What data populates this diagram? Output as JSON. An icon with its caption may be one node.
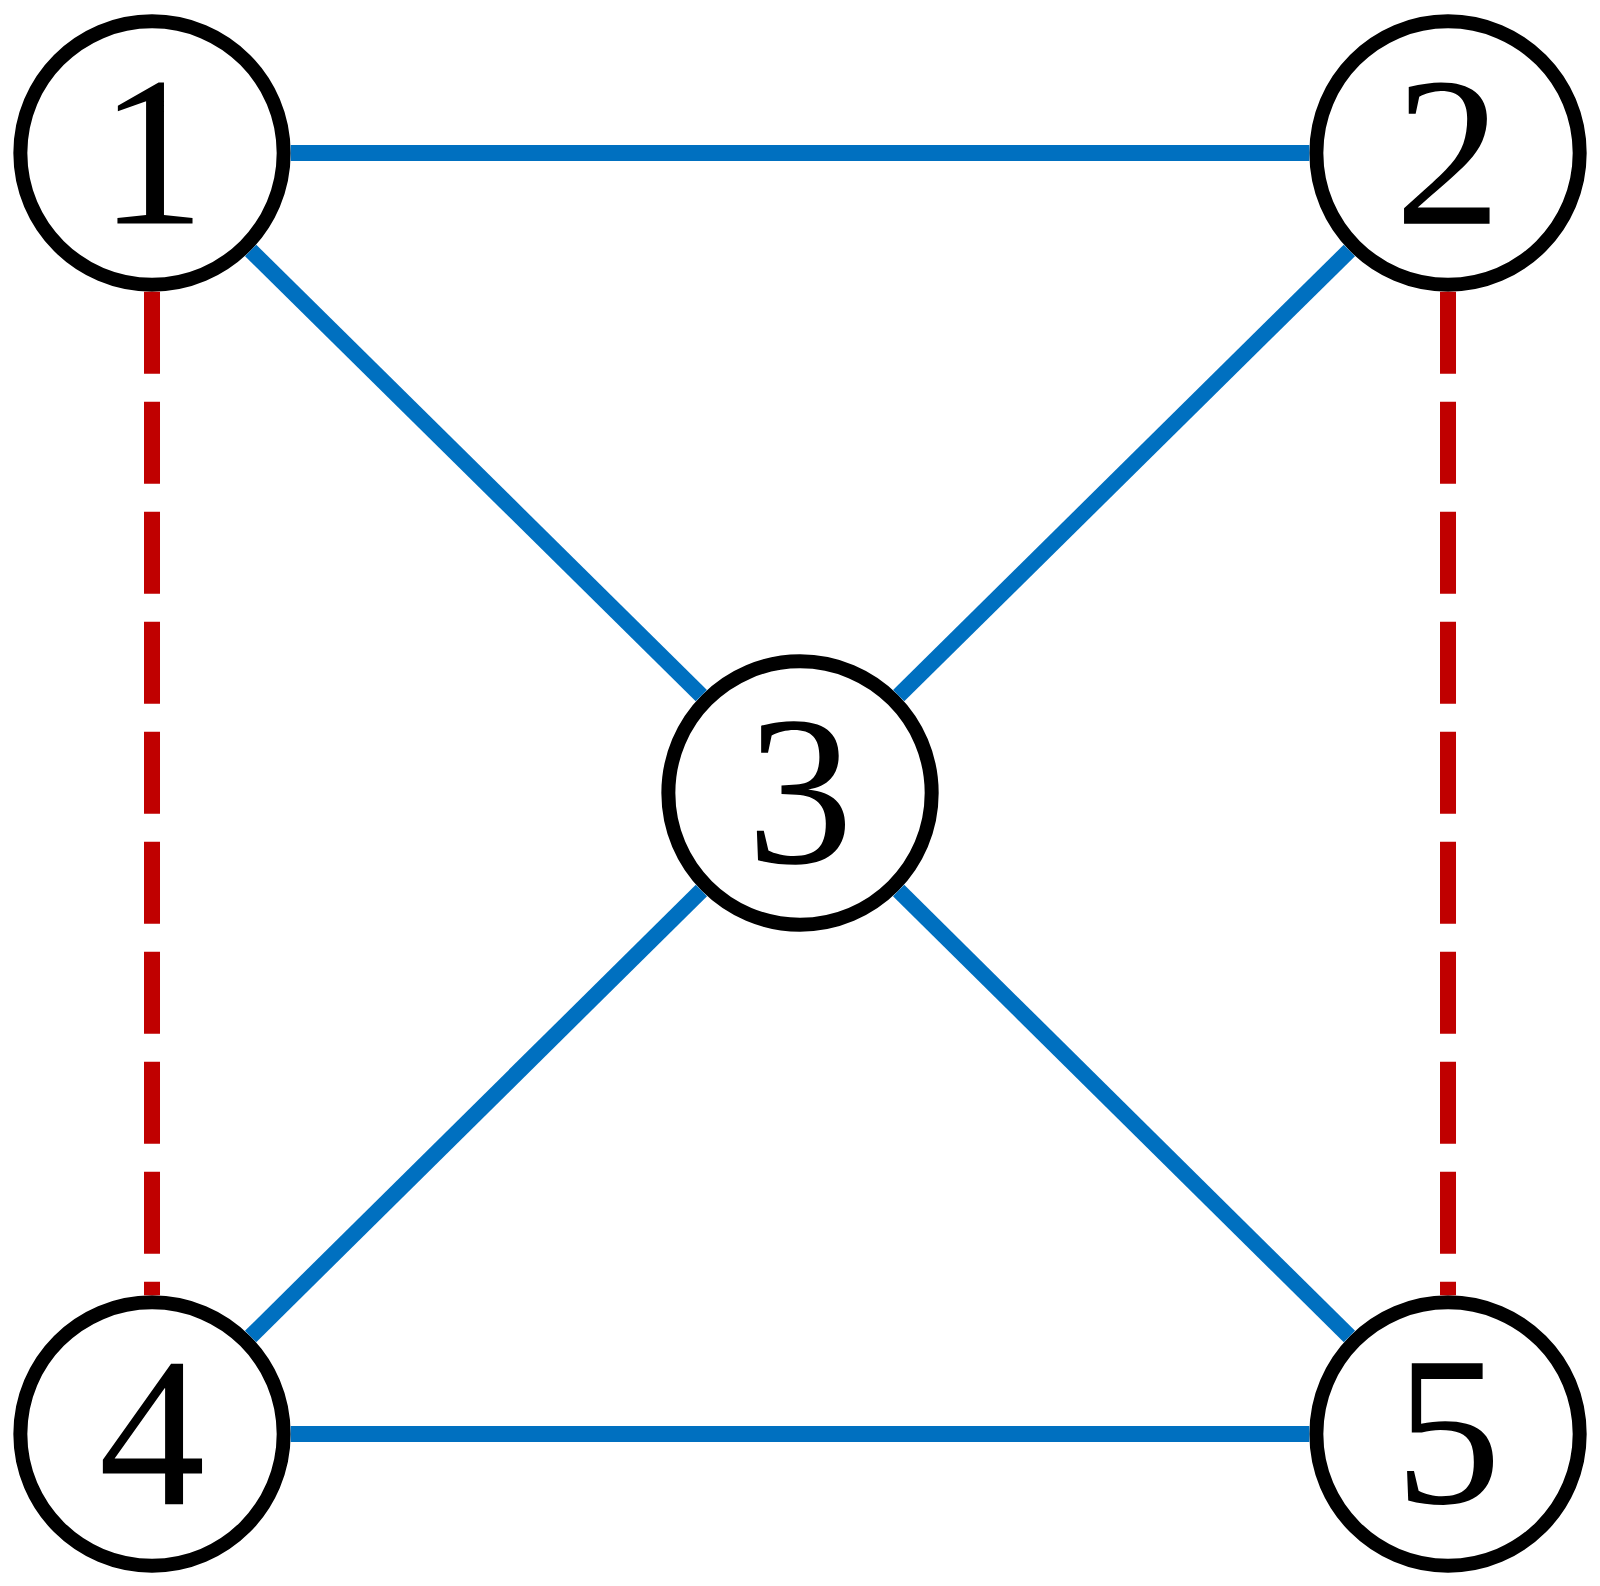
{
  "diagram": {
    "nodes": [
      {
        "text": [
          "1"
        ]
      },
      {
        "text": [
          "2"
        ]
      },
      {
        "text": [
          "3"
        ]
      },
      {
        "text": [
          "4"
        ]
      },
      {
        "text": [
          "5"
        ]
      }
    ],
    "edges": [
      {
        "from": 0,
        "to": 1,
        "arrow": "none"
      },
      {
        "from": 0,
        "to": 2,
        "arrow": "none"
      },
      {
        "from": 1,
        "to": 2,
        "arrow": "none"
      },
      {
        "from": 2,
        "to": 3,
        "arrow": "none"
      },
      {
        "from": 2,
        "to": 4,
        "arrow": "none"
      },
      {
        "from": 3,
        "to": 4,
        "arrow": "none"
      },
      {
        "from": 0,
        "to": 3,
        "arrow": "none",
        "style": "dashed",
        "color": "#c00000"
      },
      {
        "from": 1,
        "to": 4,
        "arrow": "none",
        "style": "dashed",
        "color": "#c00000"
      }
    ]
  }
}
